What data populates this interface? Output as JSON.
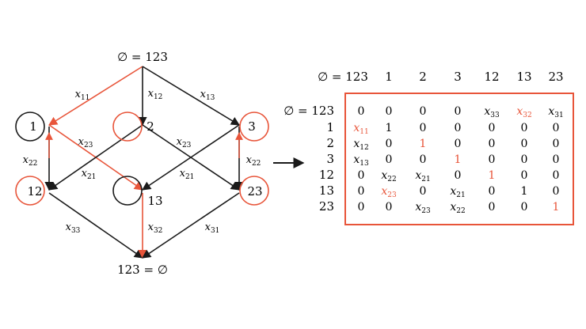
{
  "colors": {
    "black": "#1a1a1a",
    "red": "#e8553a"
  },
  "graph": {
    "nodes": {
      "top": "∅ = 123",
      "n1": "1",
      "n2": "2",
      "n3": "3",
      "n12": "12",
      "n13": "13",
      "n23": "23",
      "bottom": "123 = ∅"
    },
    "edges": {
      "top_1": "x11",
      "top_2": "x12",
      "top_3": "x13",
      "n1_13": "x23",
      "n2_23": "x23",
      "n1_12": "x22",
      "n2_12": "x21",
      "n3_13": "x21",
      "n3_23": "x22",
      "n12_bot": "x33",
      "n13_bot": "x32",
      "n23_bot": "x31"
    }
  },
  "matrix": {
    "col_headers": [
      "∅ = 123",
      "1",
      "2",
      "3",
      "12",
      "13",
      "23"
    ],
    "rows": [
      {
        "label": "∅ = 123",
        "cells": [
          "0",
          "0",
          "0",
          "0",
          "x33",
          "x32",
          "x31"
        ]
      },
      {
        "label": "1",
        "cells": [
          "x11",
          "1",
          "0",
          "0",
          "0",
          "0",
          "0"
        ]
      },
      {
        "label": "2",
        "cells": [
          "x12",
          "0",
          "1",
          "0",
          "0",
          "0",
          "0"
        ]
      },
      {
        "label": "3",
        "cells": [
          "x13",
          "0",
          "0",
          "1",
          "0",
          "0",
          "0"
        ]
      },
      {
        "label": "12",
        "cells": [
          "0",
          "x22",
          "x21",
          "0",
          "1",
          "0",
          "0"
        ]
      },
      {
        "label": "13",
        "cells": [
          "0",
          "x23",
          "0",
          "x21",
          "0",
          "1",
          "0"
        ]
      },
      {
        "label": "23",
        "cells": [
          "0",
          "0",
          "x23",
          "x22",
          "0",
          "0",
          "1"
        ]
      }
    ]
  }
}
